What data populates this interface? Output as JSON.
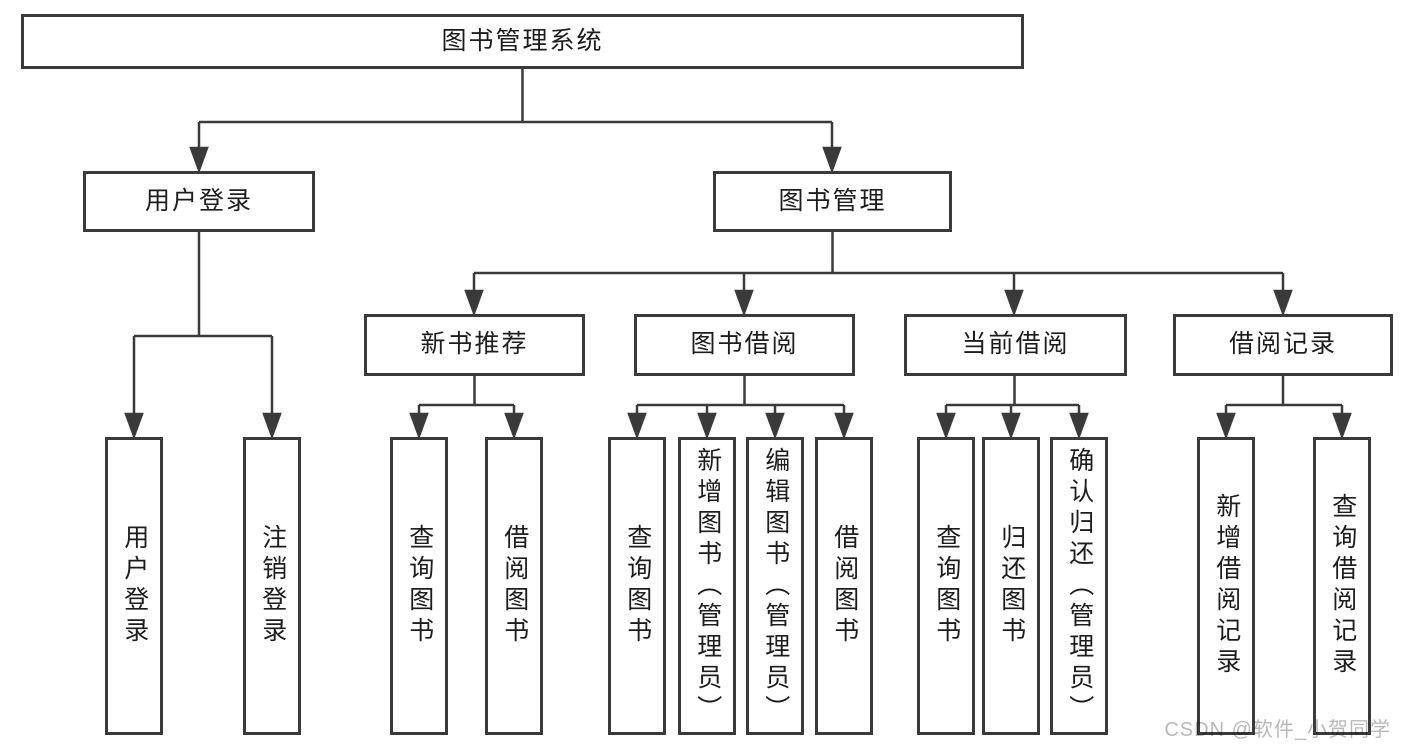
{
  "diagram_title": "图书管理系统",
  "nodes": {
    "root": "图书管理系统",
    "user_login": "用户登录",
    "book_management": "图书管理",
    "new_book_recommend": "新书推荐",
    "book_borrowing": "图书借阅",
    "current_borrowing": "当前借阅",
    "borrowing_records": "借阅记录",
    "user_login_leaf": "用户登录",
    "logout": "注销登录",
    "recommend_query_books": "查询图书",
    "recommend_borrow_books": "借阅图书",
    "borrowing_query_books": "查询图书",
    "borrowing_add_books": "新增图书（管理员）",
    "borrowing_edit_books": "编辑图书（管理员）",
    "borrowing_borrow_books": "借阅图书",
    "current_query_books": "查询图书",
    "current_return_books": "归还图书",
    "current_confirm_return": "确认归还（管理员）",
    "records_add_record": "新增借阅记录",
    "records_query_record": "查询借阅记录"
  },
  "watermark": {
    "text": "CSDN @软件_小贺同学"
  },
  "colors": {
    "line": "#3a3a3a",
    "text": "#1d1d1d",
    "watermark": "#b9b9b9",
    "background": "#ffffff"
  }
}
